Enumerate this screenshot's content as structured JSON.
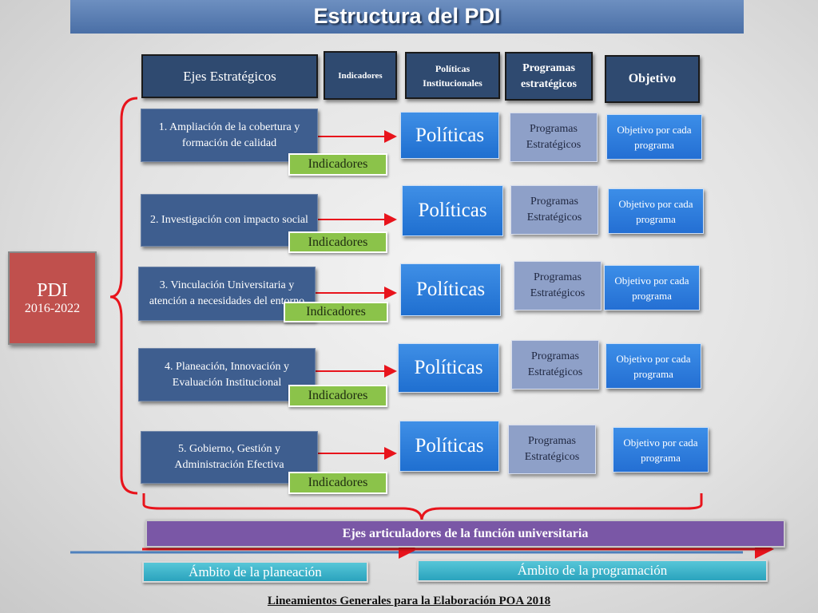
{
  "title": "Estructura del PDI",
  "headers": {
    "ejes": "Ejes Estratégicos",
    "indicadores": "Indicadores",
    "politicas": "Políticas Institucionales",
    "programas": "Programas estratégicos",
    "objetivo": "Objetivo"
  },
  "pdi": {
    "label": "PDI",
    "years": "2016-2022"
  },
  "axes": [
    {
      "label": "1. Ampliación de la cobertura y formación de calidad",
      "indicator": "Indicadores",
      "policy": "Políticas",
      "program": "Programas Estratégicos",
      "objective": "Objetivo por cada programa"
    },
    {
      "label": "2. Investigación con impacto social",
      "indicator": "Indicadores",
      "policy": "Políticas",
      "program": "Programas Estratégicos",
      "objective": "Objetivo por cada programa"
    },
    {
      "label": "3. Vinculación Universitaria y atención a necesidades del entorno",
      "indicator": "Indicadores",
      "policy": "Políticas",
      "program": "Programas Estratégicos",
      "objective": "Objetivo por cada programa"
    },
    {
      "label": "4. Planeación, Innovación y Evaluación Institucional",
      "indicator": "Indicadores",
      "policy": "Políticas",
      "program": "Programas Estratégicos",
      "objective": "Objetivo por cada programa"
    },
    {
      "label": "5. Gobierno, Gestión y Administración Efectiva",
      "indicator": "Indicadores",
      "policy": "Políticas",
      "program": "Programas Estratégicos",
      "objective": "Objetivo por cada programa"
    }
  ],
  "articulators": "Ejes articuladores de la función universitaria",
  "scope_planning": "Ámbito de la planeación",
  "scope_programming": "Ámbito de la programación",
  "footer": "Lineamientos Generales para la Elaboración POA 2018",
  "colors": {
    "title_bar": "#4a6fa6",
    "header_dark": "#2f4a70",
    "axis_box": "#3e5e8f",
    "indicator_green": "#8bc34a",
    "policy_blue": "#1f6fd0",
    "program_lavender": "#8ea0c8",
    "pdi_red": "#c0504d",
    "articulator_purple": "#7a57a6",
    "scope_teal": "#2aa3bd",
    "connector_red": "#e8141c"
  }
}
